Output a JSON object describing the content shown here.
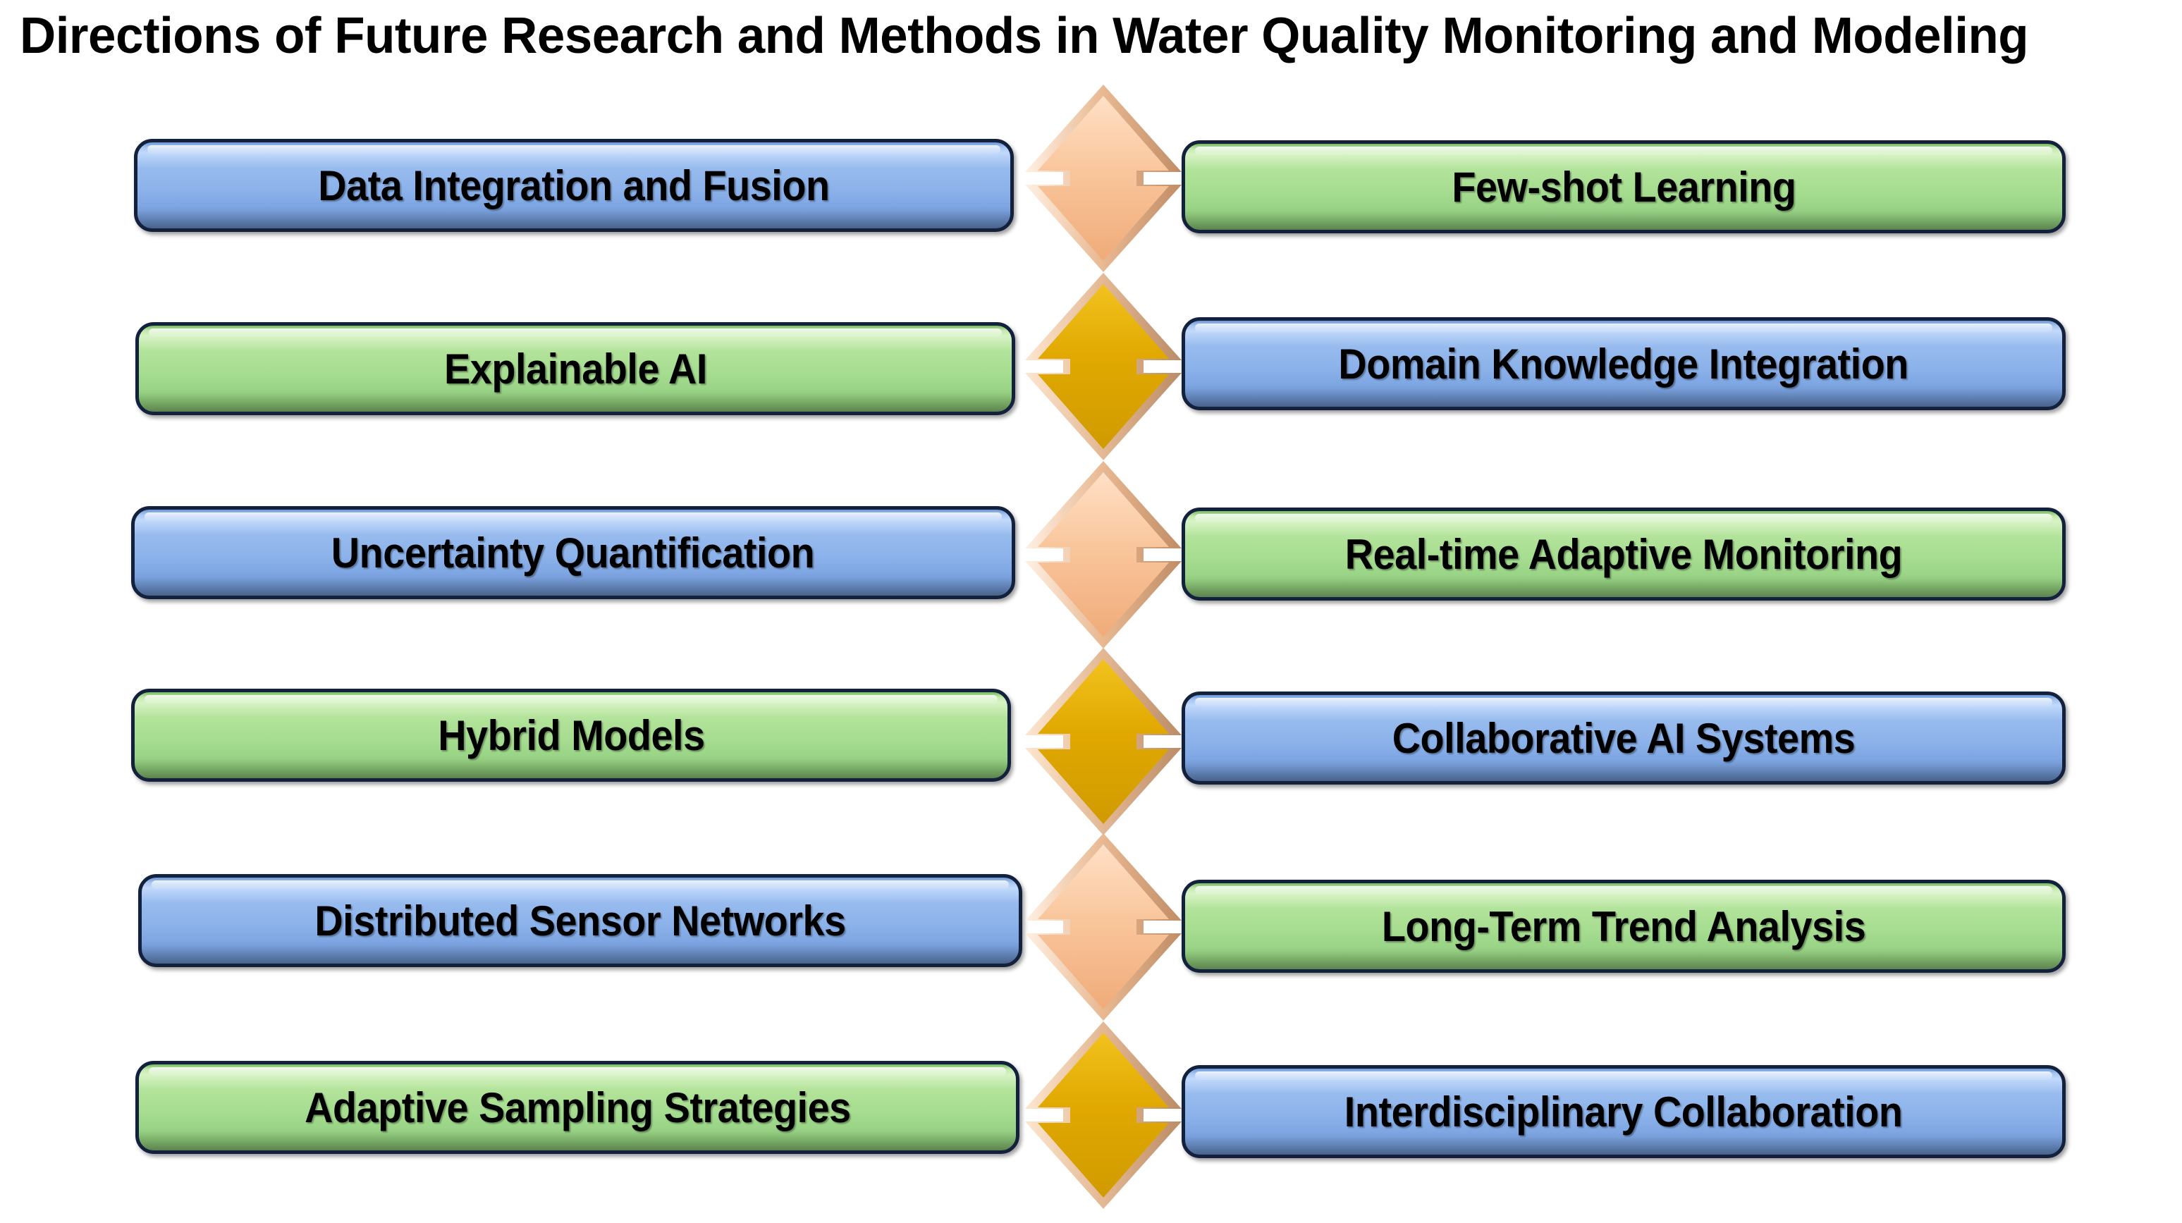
{
  "title": "Directions of Future Research and Methods in Water Quality Monitoring and Modeling",
  "colors": {
    "box_blue": "#8cb2ea",
    "box_green": "#a6dd90",
    "box_border": "#14213d",
    "arrow_peach": "#f8c49b",
    "arrow_gold": "#e0a800",
    "text": "#000000",
    "background": "#ffffff"
  },
  "rows": [
    {
      "left": {
        "label": "Data Integration and Fusion",
        "color": "blue"
      },
      "arrow": {
        "icon": "up-down-arrow-icon",
        "color": "peach"
      },
      "right": {
        "label": "Few-shot Learning",
        "color": "green"
      }
    },
    {
      "left": {
        "label": "Explainable AI",
        "color": "green"
      },
      "arrow": {
        "icon": "up-down-arrow-icon",
        "color": "gold"
      },
      "right": {
        "label": "Domain Knowledge Integration",
        "color": "blue"
      }
    },
    {
      "left": {
        "label": "Uncertainty Quantification",
        "color": "blue"
      },
      "arrow": {
        "icon": "up-down-arrow-icon",
        "color": "peach"
      },
      "right": {
        "label": "Real-time Adaptive Monitoring",
        "color": "green"
      }
    },
    {
      "left": {
        "label": "Hybrid Models",
        "color": "green"
      },
      "arrow": {
        "icon": "up-down-arrow-icon",
        "color": "gold"
      },
      "right": {
        "label": "Collaborative AI Systems",
        "color": "blue"
      }
    },
    {
      "left": {
        "label": "Distributed Sensor Networks",
        "color": "blue"
      },
      "arrow": {
        "icon": "up-down-arrow-icon",
        "color": "peach"
      },
      "right": {
        "label": "Long-Term Trend Analysis",
        "color": "green"
      }
    },
    {
      "left": {
        "label": "Adaptive Sampling Strategies",
        "color": "green"
      },
      "arrow": {
        "icon": "up-down-arrow-icon",
        "color": "gold"
      },
      "right": {
        "label": "Interdisciplinary Collaboration",
        "color": "blue"
      }
    }
  ]
}
